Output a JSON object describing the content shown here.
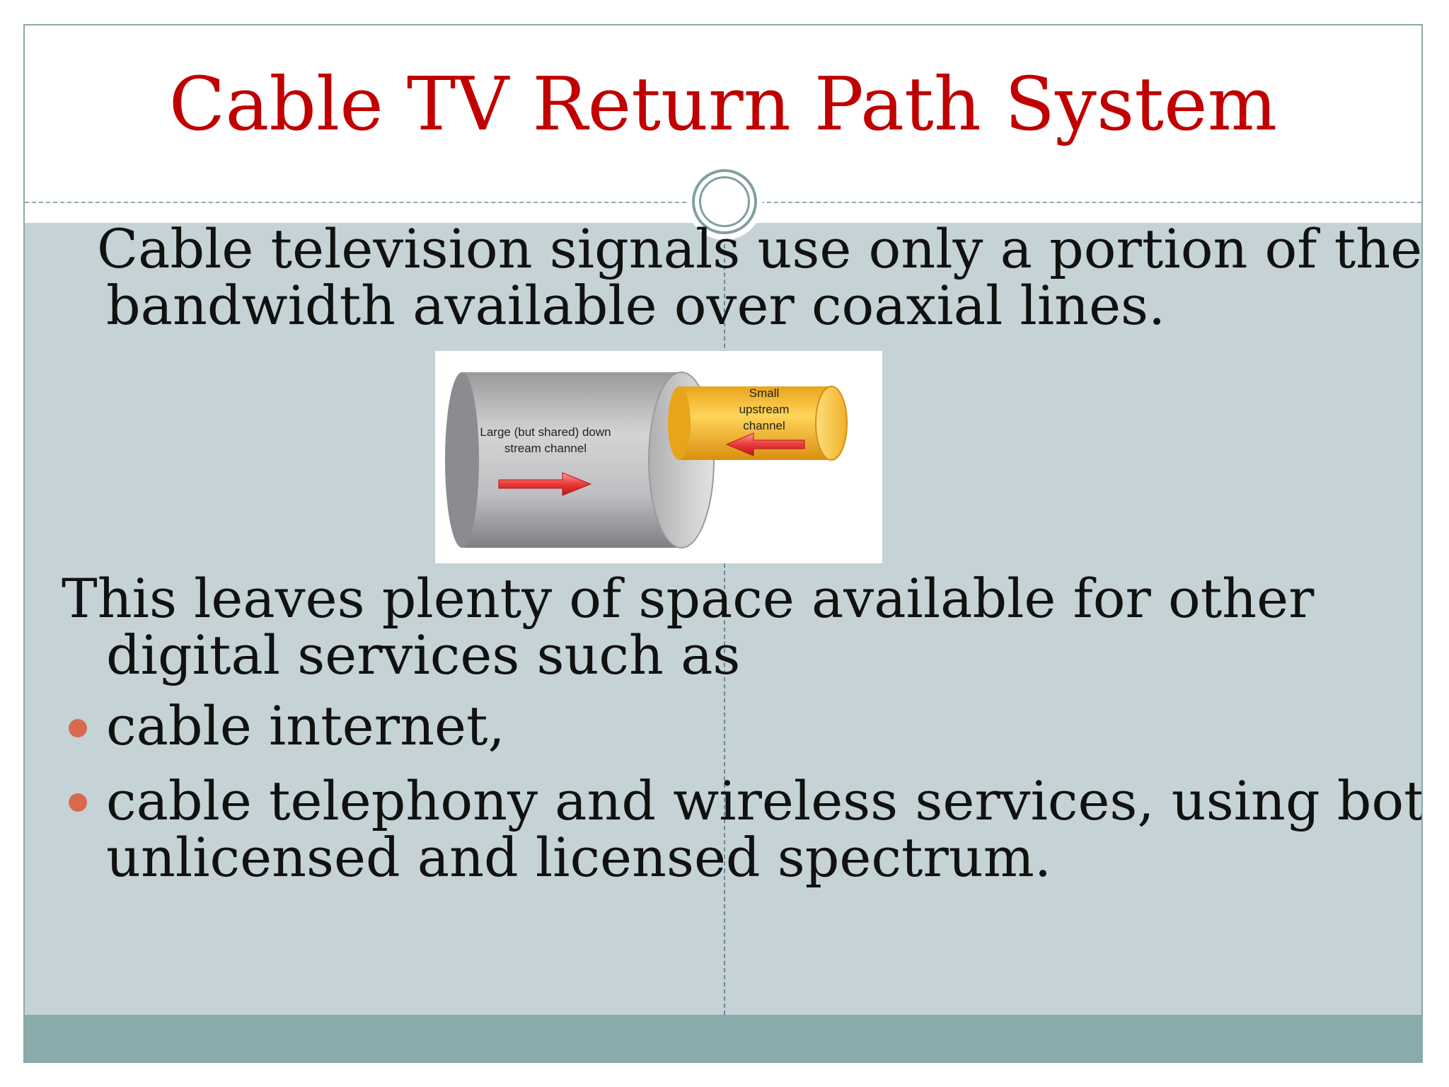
{
  "slide": {
    "title": "Cable TV Return Path System",
    "paragraph1": {
      "line1": "Cable television signals use only a portion of the",
      "line2": "bandwidth available over coaxial lines."
    },
    "paragraph2": {
      "line1": "This leaves plenty of space available for other",
      "line2": "digital services such as"
    },
    "bullets": [
      {
        "line1": "cable internet,"
      },
      {
        "line1": "cable telephony  and wireless services, using both",
        "line2": "unlicensed and licensed spectrum."
      }
    ],
    "diagram": {
      "downstream_label_line1": "Large (but shared) down",
      "downstream_label_line2": "stream channel",
      "upstream_label_line1": "Small",
      "upstream_label_line2": "upstream",
      "upstream_label_line3": "channel"
    }
  },
  "colors": {
    "title": "#c00000",
    "body_background": "#c5d3d6",
    "footer_bar": "#8aabac",
    "bullet": "#d86a4f",
    "accent_ring": "#7fa0a0"
  }
}
